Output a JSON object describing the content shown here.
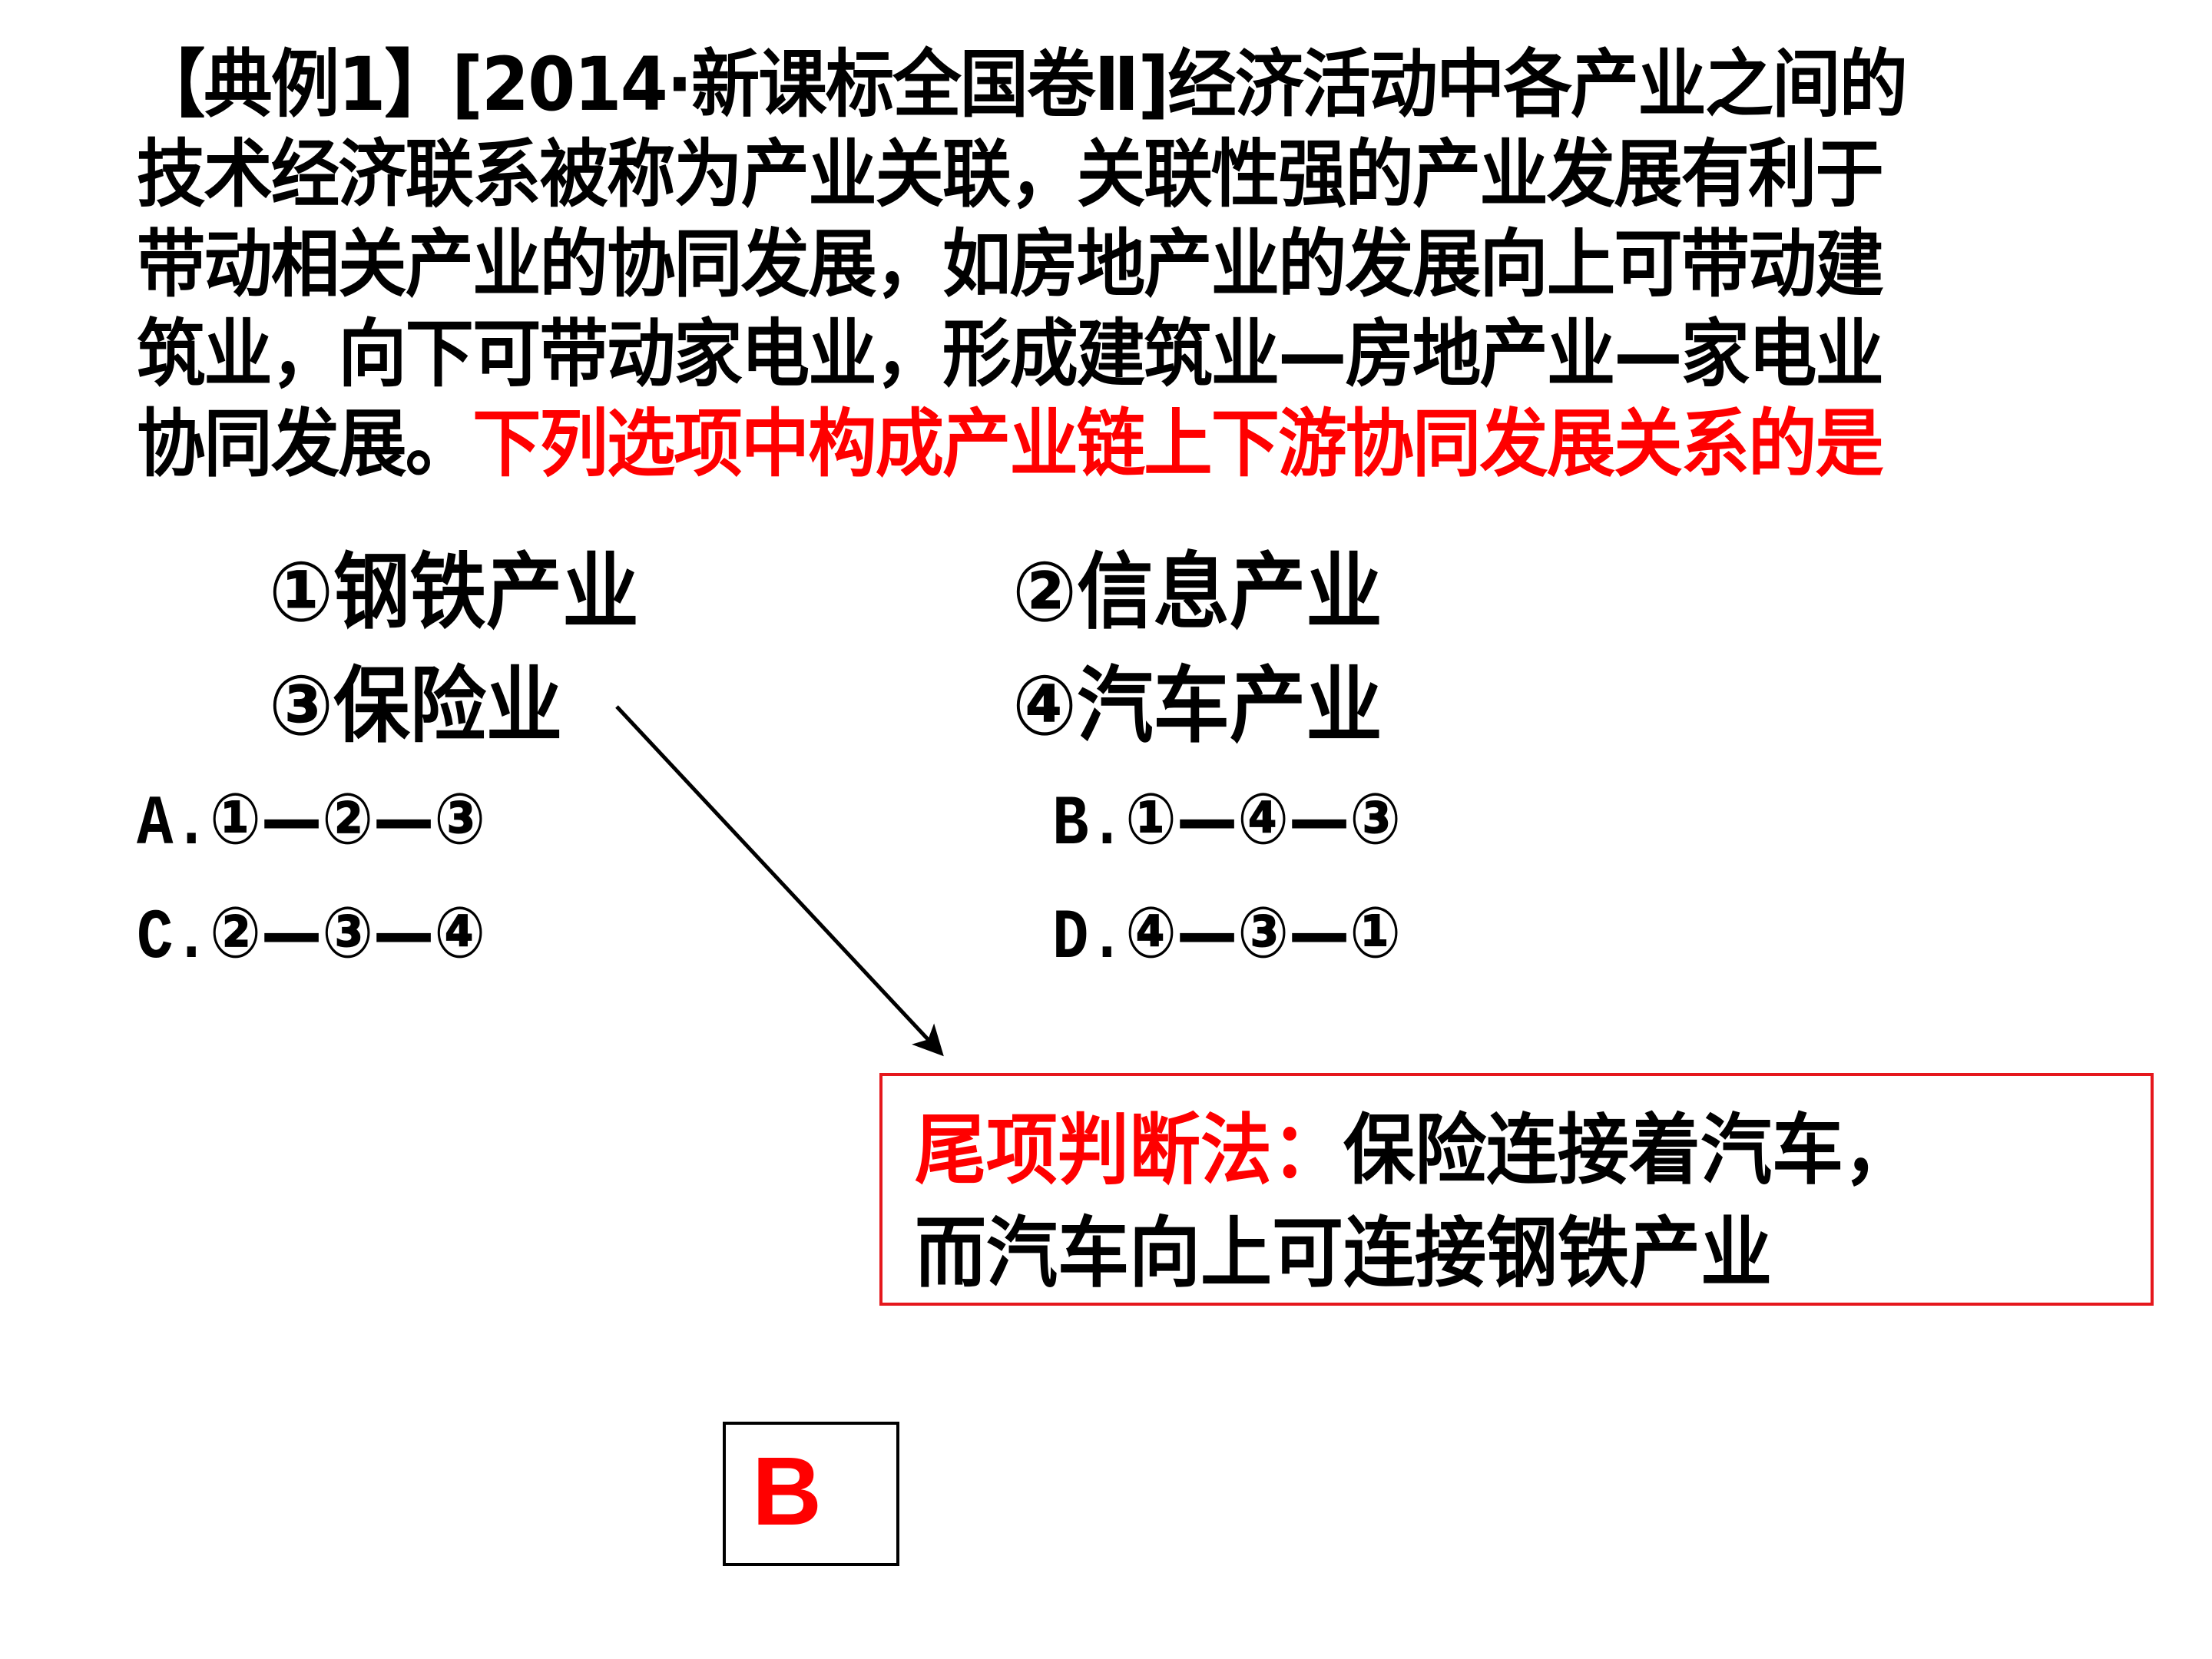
{
  "question": {
    "lines": [
      "【典例1】[2014·新课标全国卷Ⅱ]经济活动中各产业之间的",
      "技术经济联系被称为产业关联，关联性强的产业发展有利于",
      "带动相关产业的协同发展，如房地产业的发展向上可带动建",
      "筑业，向下可带动家电业，形成建筑业—房地产业—家电业"
    ],
    "last_line_black": "协同发展。",
    "last_line_red": "下列选项中构成产业链上下游协同发展关系的是",
    "highlight_color": "#ff0000"
  },
  "items": [
    {
      "num": "①",
      "label": "钢铁产业"
    },
    {
      "num": "②",
      "label": "信息产业"
    },
    {
      "num": "③",
      "label": "保险业"
    },
    {
      "num": "④",
      "label": "汽车产业"
    }
  ],
  "options": [
    {
      "letter": "A.",
      "chain": "①—②—③"
    },
    {
      "letter": "B.",
      "chain": "①—④—③"
    },
    {
      "letter": "C.",
      "chain": "②—③—④"
    },
    {
      "letter": "D.",
      "chain": "④—③—①"
    }
  ],
  "hint": {
    "title": "尾项判断法：",
    "line1_rest": "保险连接着汽车，",
    "line2": "而汽车向上可连接钢铁产业",
    "border_color": "#e5171c",
    "title_color": "#ff0000"
  },
  "answer": {
    "value": "B",
    "color": "#ff0000"
  }
}
